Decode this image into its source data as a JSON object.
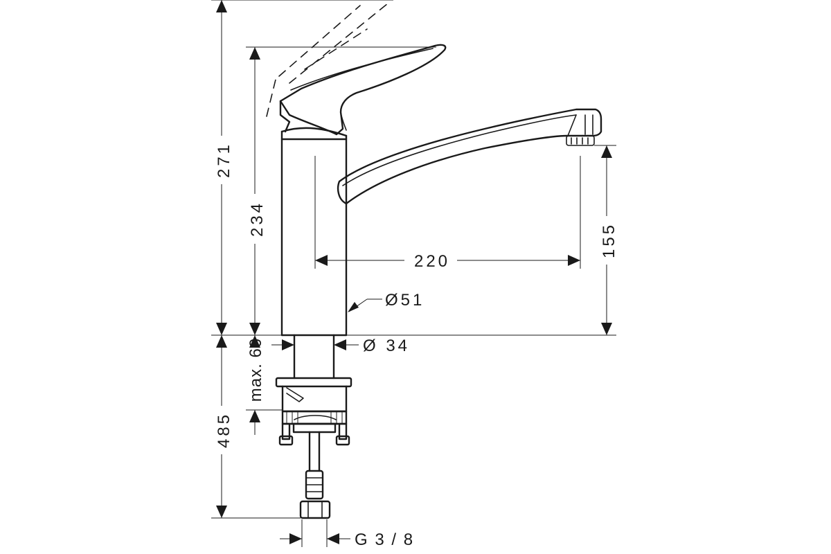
{
  "dimensions": {
    "total_height": "271",
    "body_height": "234",
    "spout_reach": "220",
    "spout_height": "155",
    "body_diameter": "Ø51",
    "shank_diameter": "Ø 34",
    "max_countertop": "max. 60",
    "hose_length": "485",
    "connection_thread": "G 3 / 8"
  }
}
